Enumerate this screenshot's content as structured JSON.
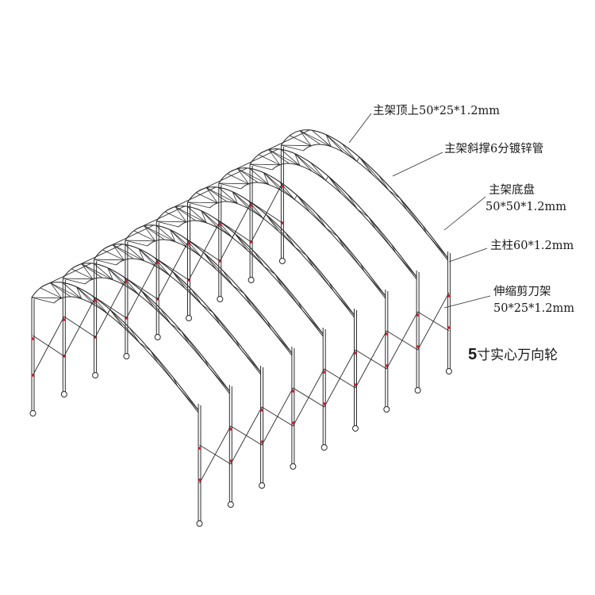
{
  "colors": {
    "line": "#2b2b2b",
    "joint": "#cc1f2f",
    "background": "#ffffff"
  },
  "annotations": {
    "top_chord": "主架顶上50*25*1.2mm",
    "diagonal_brace": "主架斜撑6分镀锌管",
    "base_line1": "主架底盘",
    "base_line2": "50*50*1.2mm",
    "main_post": "主柱60*1.2mm",
    "scissor_line1": "伸缩剪刀架",
    "scissor_line2": "50*25*1.2mm",
    "wheel_digit": "5",
    "wheel_text": "寸实心万向轮"
  }
}
